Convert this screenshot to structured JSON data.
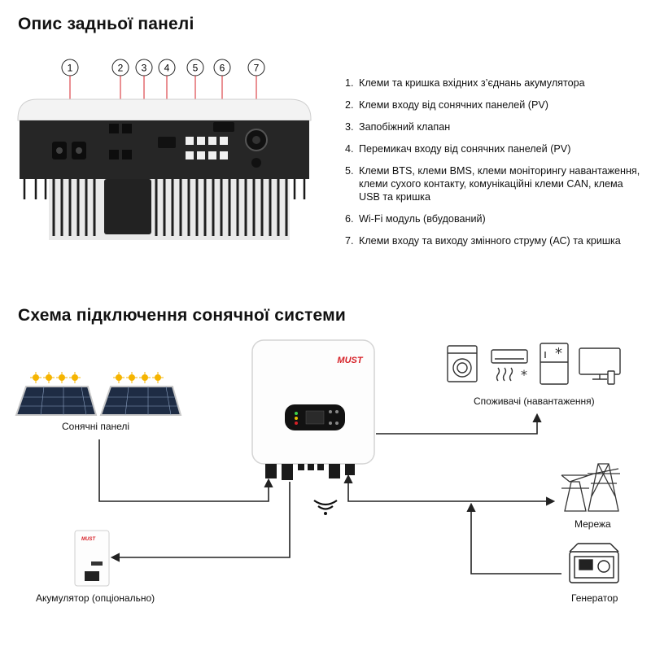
{
  "section_rear": {
    "title": "Опис  задньої панелі",
    "callouts": [
      "1",
      "2",
      "3",
      "4",
      "5",
      "6",
      "7"
    ],
    "items": [
      {
        "num": "1.",
        "text": "Клеми та кришка вхідних з’єднань акумулятора"
      },
      {
        "num": "2.",
        "text": "Клеми входу від сонячних панелей (PV)"
      },
      {
        "num": "3.",
        "text": "Запобіжний клапан"
      },
      {
        "num": "4.",
        "text": "Перемикач входу від сонячних панелей (PV)"
      },
      {
        "num": "5.",
        "text": "Клеми BTS, клеми BMS, клеми моніторингу навантаження, клеми сухого контакту, комунікаційні клеми CAN, клема USB та кришка"
      },
      {
        "num": "6.",
        "text": "Wi-Fi модуль (вбудований)"
      },
      {
        "num": "7.",
        "text": "Клеми входу та виходу змінного струму (АС) та кришка"
      }
    ]
  },
  "section_scheme": {
    "title": "Схема підключення сонячної системи",
    "brand": "MUST",
    "labels": {
      "solar": "Сонячні панелі",
      "battery": "Акумулятор (опціонально)",
      "consumers": "Споживачі (навантаження)",
      "grid": "Мережа",
      "generator": "Генератор"
    }
  },
  "colors": {
    "accent": "#d62027",
    "sun": "#f5b400",
    "line": "#222222",
    "panel": "#1e2c44"
  }
}
